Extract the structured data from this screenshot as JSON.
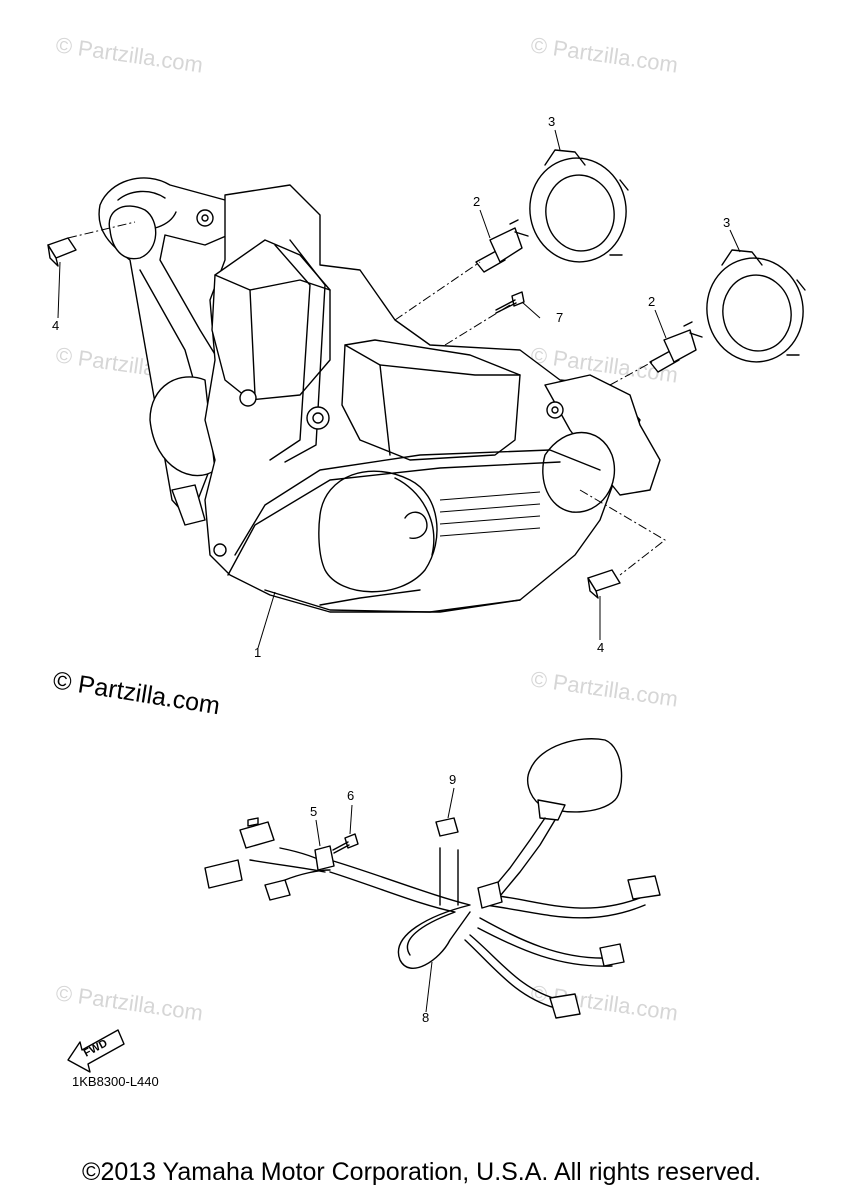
{
  "watermark": "© Partzilla.com",
  "watermark_prominent": "© Partzilla.com",
  "callouts": {
    "c1": "1",
    "c2a": "2",
    "c2b": "2",
    "c3a": "3",
    "c3b": "3",
    "c4a": "4",
    "c4b": "4",
    "c5": "5",
    "c6": "6",
    "c7": "7",
    "c8": "8",
    "c9": "9"
  },
  "fwd_label": "FWD",
  "diagram_code": "1KB8300-L440",
  "copyright": "©2013 Yamaha Motor Corporation, U.S.A. All rights reserved.",
  "icons": [
    "fwd-arrow-icon"
  ]
}
